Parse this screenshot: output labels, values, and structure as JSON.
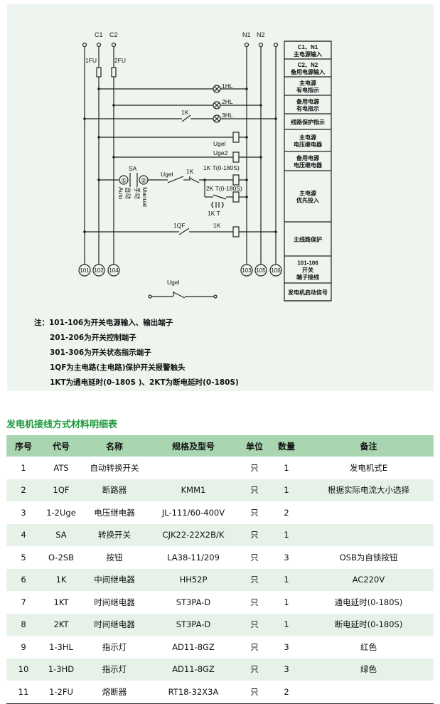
{
  "diagram": {
    "bus_labels": {
      "c1": "C1",
      "c2": "C2",
      "n1": "N1",
      "n2": "N2"
    },
    "fuses": {
      "f1": "1FU",
      "f2": "2FU"
    },
    "lamps": {
      "l1": "1HL",
      "l2": "2HL",
      "l3": "3HL"
    },
    "contacts": {
      "k1_a": "1K",
      "ugel_coil": "Ugel",
      "uge2_coil": "Uge2",
      "sa": "SA",
      "ugel_contact": "Ugel",
      "k1_b": "1K",
      "kt1": "1K T(0-180S)",
      "kt2": "2K T(0-180S)",
      "kt1_contact": "1K T",
      "qf": "1QF",
      "k1_coil": "1K",
      "ugel_gen": "Ugel"
    },
    "sa_positions": {
      "p1": "①",
      "p2": "②",
      "auto_cn": "自动",
      "auto_en": "Auto",
      "manual_cn": "手动",
      "manual_en": "Manual"
    },
    "terminals": [
      "101",
      "102",
      "104",
      "103",
      "105",
      "106"
    ],
    "side_labels": [
      [
        "C1、N1",
        "主电源输入"
      ],
      [
        "C2、N2",
        "备用电源输入"
      ],
      [
        "主电源",
        "有电指示"
      ],
      [
        "备用电源",
        "有电指示"
      ],
      [
        "线路保护指示"
      ],
      [
        "主电源",
        "电压继电器"
      ],
      [
        "备用电源",
        "电压继电器"
      ],
      [
        "主电源",
        "优先投入"
      ],
      [
        "主线路保护"
      ],
      [
        "101-106",
        "开关",
        "端子接线"
      ],
      [
        "发电机启动信号"
      ]
    ]
  },
  "notes": {
    "prefix": "注：",
    "lines": [
      "101-106为开关电源输入、输出端子",
      "201-206为开关控制端子",
      "301-306为开关状态指示端子",
      "1QF为主电路(主电路)保护开关报警触头",
      "1KT为通电延时(0-180S )、2KT为断电延时(0-180S)"
    ]
  },
  "table": {
    "title": "发电机接线方式材料明细表",
    "headers": [
      "序号",
      "代号",
      "名称",
      "规格及型号",
      "单位",
      "数量",
      "备注"
    ],
    "rows": [
      [
        "1",
        "ATS",
        "自动转换开关",
        "",
        "只",
        "1",
        "发电机式E"
      ],
      [
        "2",
        "1QF",
        "断路器",
        "KMM1",
        "只",
        "1",
        "根据实际电流大小选择"
      ],
      [
        "3",
        "1-2Uge",
        "电压继电器",
        "JL-111/60-400V",
        "只",
        "2",
        ""
      ],
      [
        "4",
        "SA",
        "转换开关",
        "CJK22-22X2B/K",
        "只",
        "1",
        ""
      ],
      [
        "5",
        "O-2SB",
        "按钮",
        "LA38-11/209",
        "只",
        "3",
        "OSB为自锁按钮"
      ],
      [
        "6",
        "1K",
        "中间继电器",
        "HH52P",
        "只",
        "1",
        "AC220V"
      ],
      [
        "7",
        "1KT",
        "时间继电器",
        "ST3PA-D",
        "只",
        "1",
        "通电延时(0-180S)"
      ],
      [
        "8",
        "2KT",
        "时间继电器",
        "ST3PA-D",
        "只",
        "1",
        "断电延时(0-180S)"
      ],
      [
        "9",
        "1-3HL",
        "指示灯",
        "AD11-8GZ",
        "只",
        "3",
        "红色"
      ],
      [
        "10",
        "1-3HD",
        "指示灯",
        "AD11-8GZ",
        "只",
        "3",
        "绿色"
      ],
      [
        "11",
        "1-2FU",
        "熔断器",
        "RT18-32X3A",
        "只",
        "2",
        ""
      ]
    ]
  }
}
